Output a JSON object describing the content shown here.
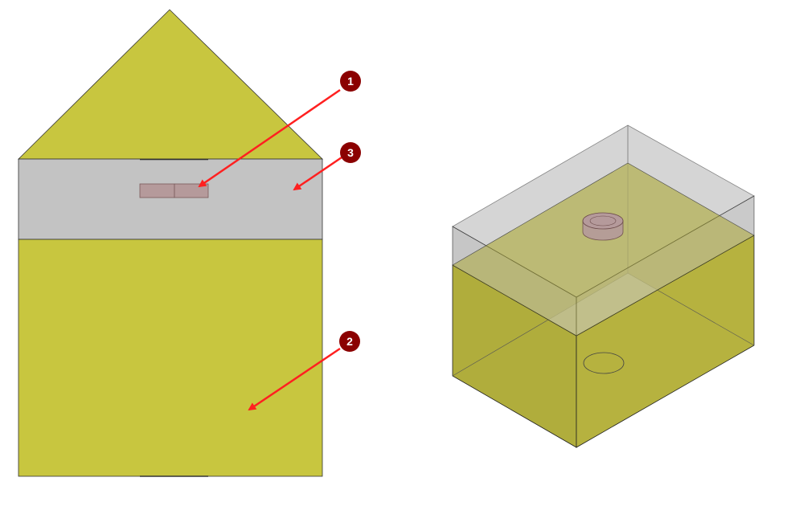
{
  "colors": {
    "soil": "#c8c63f",
    "soil_iso_front": "#b0ad3c",
    "soil_iso_side": "#b6b23f",
    "air": "#c3c3c3",
    "air_iso": "#b4b4b4",
    "electrode": "#b59a9b",
    "outline": "#1a1a1a",
    "arrow": "#ff2020",
    "badge": "#8b0000"
  },
  "callouts": [
    {
      "label": "1",
      "target": "electrode"
    },
    {
      "label": "3",
      "target": "air-layer"
    },
    {
      "label": "2",
      "target": "soil-domain"
    }
  ]
}
